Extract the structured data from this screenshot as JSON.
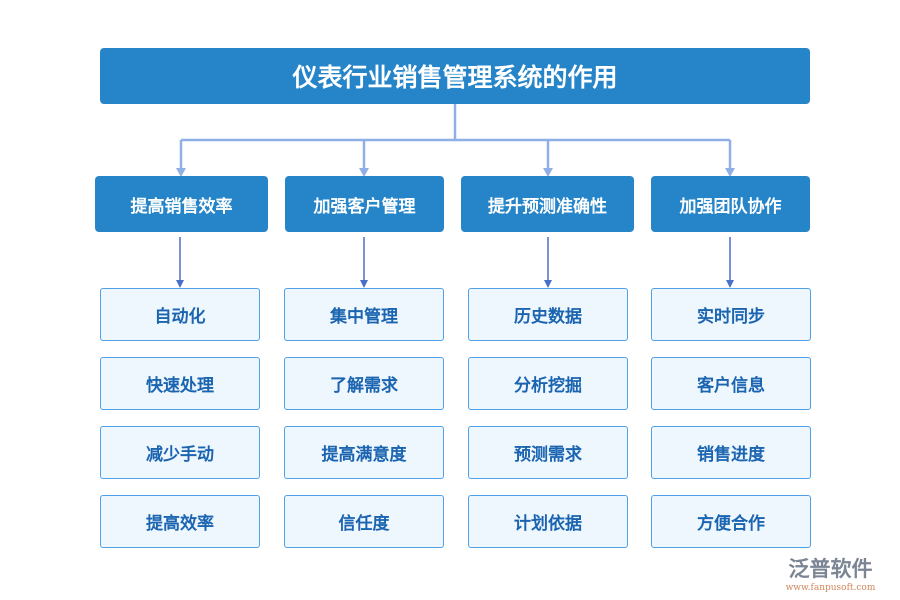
{
  "title": "仪表行业销售管理系统的作用",
  "categories": [
    {
      "label": "提高销售效率",
      "items": [
        "自动化",
        "快速处理",
        "减少手动",
        "提高效率"
      ]
    },
    {
      "label": "加强客户管理",
      "items": [
        "集中管理",
        "了解需求",
        "提高满意度",
        "信任度"
      ]
    },
    {
      "label": "提升预测准确性",
      "items": [
        "历史数据",
        "分析挖掘",
        "预测需求",
        "计划依据"
      ]
    },
    {
      "label": "加强团队协作",
      "items": [
        "实时同步",
        "客户信息",
        "销售进度",
        "方便合作"
      ]
    }
  ],
  "watermark": {
    "name": "泛普软件",
    "url": "www.fanpusoft.com"
  },
  "colors": {
    "primary": "#2585c8",
    "leaf_bg": "#eef6fe",
    "leaf_text": "#1a64b0",
    "connector": "#8fb0e6"
  }
}
